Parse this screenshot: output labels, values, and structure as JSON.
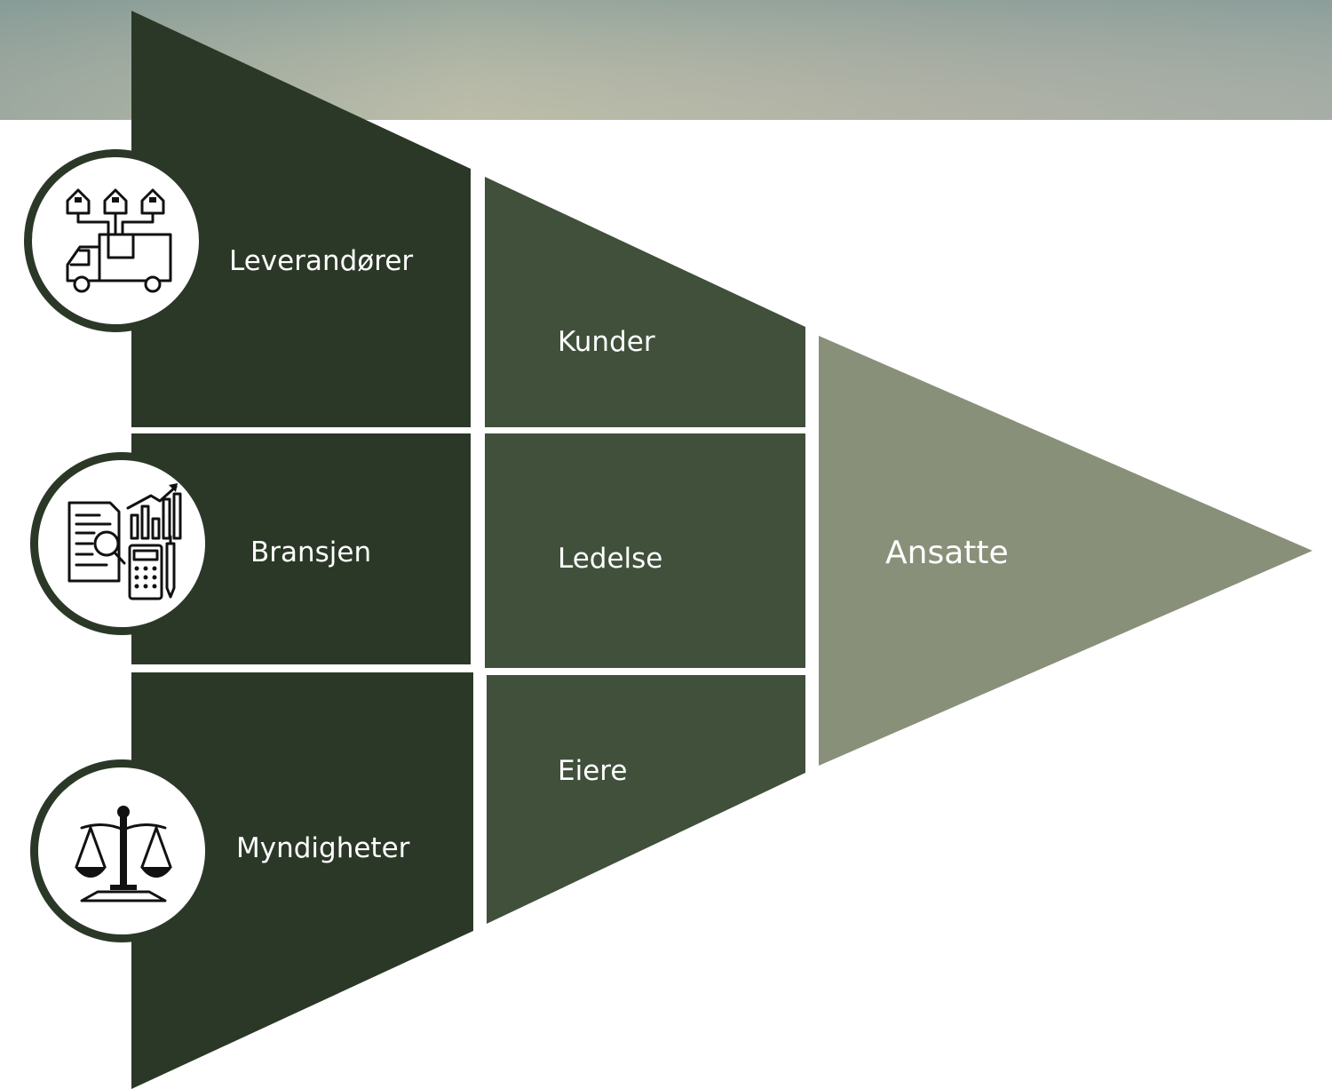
{
  "diagram": {
    "outer_layer": {
      "items": [
        {
          "label": "Leverandører",
          "icon": "delivery-truck-icon"
        },
        {
          "label": "Bransjen",
          "icon": "industry-analysis-icon"
        },
        {
          "label": "Myndigheter",
          "icon": "justice-scales-icon"
        }
      ]
    },
    "middle_layer": {
      "items": [
        {
          "label": "Kunder"
        },
        {
          "label": "Ledelse"
        },
        {
          "label": "Eiere"
        }
      ]
    },
    "core": {
      "label": "Ansatte"
    }
  },
  "colors": {
    "outer": "#2b3827",
    "middle": "#40503b",
    "core": "#89907a",
    "separator": "#ffffff",
    "icon_ring": "#2b3827",
    "icon_bg": "#ffffff",
    "header_banner": "#a9b2a6"
  }
}
